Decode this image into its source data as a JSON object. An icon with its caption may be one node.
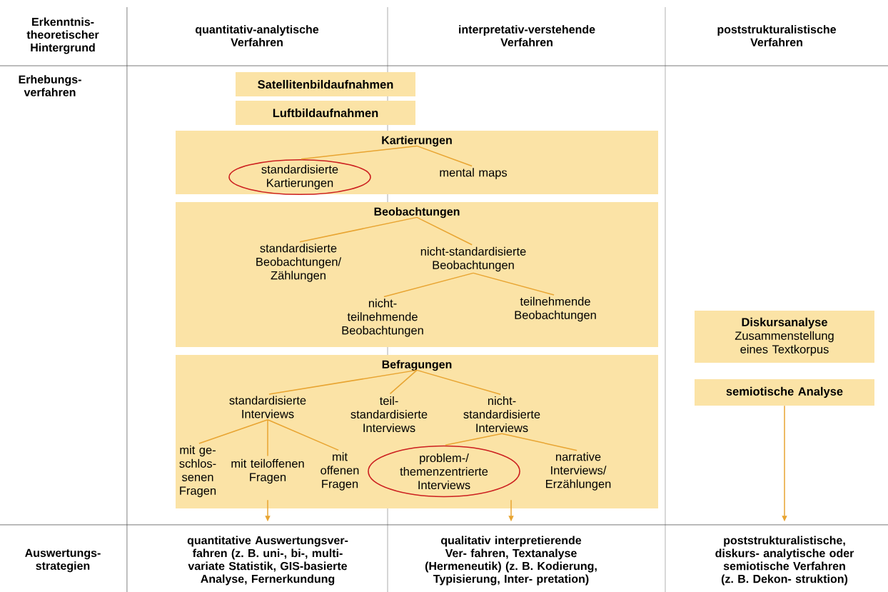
{
  "diagram": {
    "nodes": [
      {
        "text": [
          "Satellitenbildaufnahmen"
        ]
      },
      {
        "text": [
          "Luftbildaufnahmen"
        ]
      },
      {
        "text": [
          "Kartierungen"
        ]
      },
      {
        "text": [
          "standardisierte Kartierungen"
        ],
        "in": 2
      },
      {
        "text": [
          "mental maps"
        ],
        "in": 2
      },
      {
        "text": [
          "Beobachtungen"
        ]
      },
      {
        "text": [
          "standardisierte Beobachtungen/ Zählungen"
        ],
        "in": 5
      },
      {
        "text": [
          "nicht-standardisierte Beobachtungen"
        ],
        "in": 5
      },
      {
        "text": [
          "nicht- teilnehmende Beobachtungen"
        ],
        "in": 5
      },
      {
        "text": [
          "teilnehmende Beobachtungen"
        ],
        "in": 5
      },
      {
        "text": [
          "Befragungen"
        ]
      },
      {
        "text": [
          "standardisierte Interviews"
        ],
        "in": 10
      },
      {
        "text": [
          "teil- standardisierte Interviews"
        ],
        "in": 10
      },
      {
        "text": [
          "nicht- standardisierte Interviews"
        ],
        "in": 10
      },
      {
        "text": [
          "mit ge- schlos- senen Fragen"
        ],
        "in": 10
      },
      {
        "text": [
          "mit teiloffenen Fragen"
        ],
        "in": 10
      },
      {
        "text": [
          "mit offenen Fragen"
        ],
        "in": 10
      },
      {
        "text": [
          "problem-/ themenzentrierte Interviews"
        ],
        "in": 10
      },
      {
        "text": [
          "narrative Interviews/ Erzählungen"
        ],
        "in": 10
      },
      {
        "text": [
          "Diskursanalyse",
          "Zusammenstellung eines Textkorpus"
        ]
      },
      {
        "text": [
          "semiotische Analyse"
        ]
      },
      {
        "text": [
          "quantitative Auswertungsver- fahren (z. B. uni-, bi-, multi- variate Statistik, GIS-basierte Analyse, Fernerkundung"
        ]
      },
      {
        "text": [
          "qualitativ interpretierende Ver- fahren, Textanalyse (Hermeneutik) (z. B. Kodierung, Typisierung, Inter- pretation)"
        ]
      },
      {
        "text": [
          "poststrukturalistische, diskurs- analytische oder semiotische Verfahren (z. B. Dekon- struktion)"
        ]
      }
    ],
    "edges": [
      {
        "from": 2,
        "to": 3,
        "arrow": "none"
      },
      {
        "from": 2,
        "to": 4,
        "arrow": "none"
      },
      {
        "from": 5,
        "to": 6,
        "arrow": "none"
      },
      {
        "from": 5,
        "to": 7,
        "arrow": "none"
      },
      {
        "from": 7,
        "to": 8,
        "arrow": "none"
      },
      {
        "from": 7,
        "to": 9,
        "arrow": "none"
      },
      {
        "from": 10,
        "to": 11,
        "arrow": "none"
      },
      {
        "from": 10,
        "to": 12,
        "arrow": "none"
      },
      {
        "from": 10,
        "to": 13,
        "arrow": "none"
      },
      {
        "from": 11,
        "to": 14,
        "arrow": "none"
      },
      {
        "from": 11,
        "to": 15,
        "arrow": "none"
      },
      {
        "from": 11,
        "to": 16,
        "arrow": "none"
      },
      {
        "from": 13,
        "to": 17,
        "arrow": "none"
      },
      {
        "from": 13,
        "to": 18,
        "arrow": "none"
      },
      {
        "from": 10,
        "to": 21,
        "arrow": "to"
      },
      {
        "from": 10,
        "to": 22,
        "arrow": "to"
      },
      {
        "from": 20,
        "to": 23,
        "arrow": "to"
      }
    ],
    "labels": [
      "Erkenntnis- theoretischer Hintergrund",
      "quantitativ-analytische Verfahren",
      "interpretativ-verstehende Verfahren",
      "poststrukturalistische Verfahren",
      "Erhebungs- verfahren",
      "Auswertungs- strategien"
    ]
  }
}
